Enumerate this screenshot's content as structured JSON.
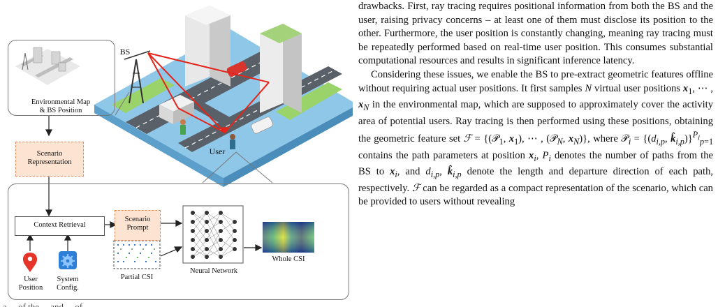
{
  "figure": {
    "env_map_label_1": "Environmental Map",
    "env_map_label_2": "& BS Position",
    "bs_label": "BS",
    "user_label": "User",
    "scenario_repr_1": "Scenario",
    "scenario_repr_2": "Representation",
    "context_retrieval": "Context Retrieval",
    "scenario_prompt_1": "Scenario",
    "scenario_prompt_2": "Prompt",
    "user_position_1": "User",
    "user_position_2": "Position",
    "system_config_1": "System",
    "system_config_2": "Config.",
    "partial_csi": "Partial CSI",
    "neural_network": "Neural Network",
    "whole_csi": "Whole CSI",
    "caption_fragment": "a ... of the ... and ... of ..."
  },
  "body_text": {
    "p1": "drawbacks. First, ray tracing requires positional information from both the BS and the user, raising privacy concerns – at least one of them must disclose its position to the other. Furthermore, the user position is constantly changing, meaning ray tracing must be repeatedly performed based on real-time user position. This consumes substantial computational resources and results in significant inference latency.",
    "p2_a": "Considering these issues, we enable the BS to pre-extract geometric features offline without requiring actual user positions. It first samples",
    "p2_b": "virtual user positions",
    "p2_c": "in the environmental map, which are supposed to approximately cover the activity area of potential users. Ray tracing is then performed using these positions, obtaining the geometric feature set",
    "p2_d": ", where",
    "p2_e": "contains the path parameters at position",
    "p2_f": "denotes the number of paths from the BS to",
    "p2_g": ", and",
    "p2_h": "denote the length and departure direction of each path, respectively.",
    "p2_i": "can be regarded as a compact representation of the scenario, which can be provided to users without revealing"
  }
}
